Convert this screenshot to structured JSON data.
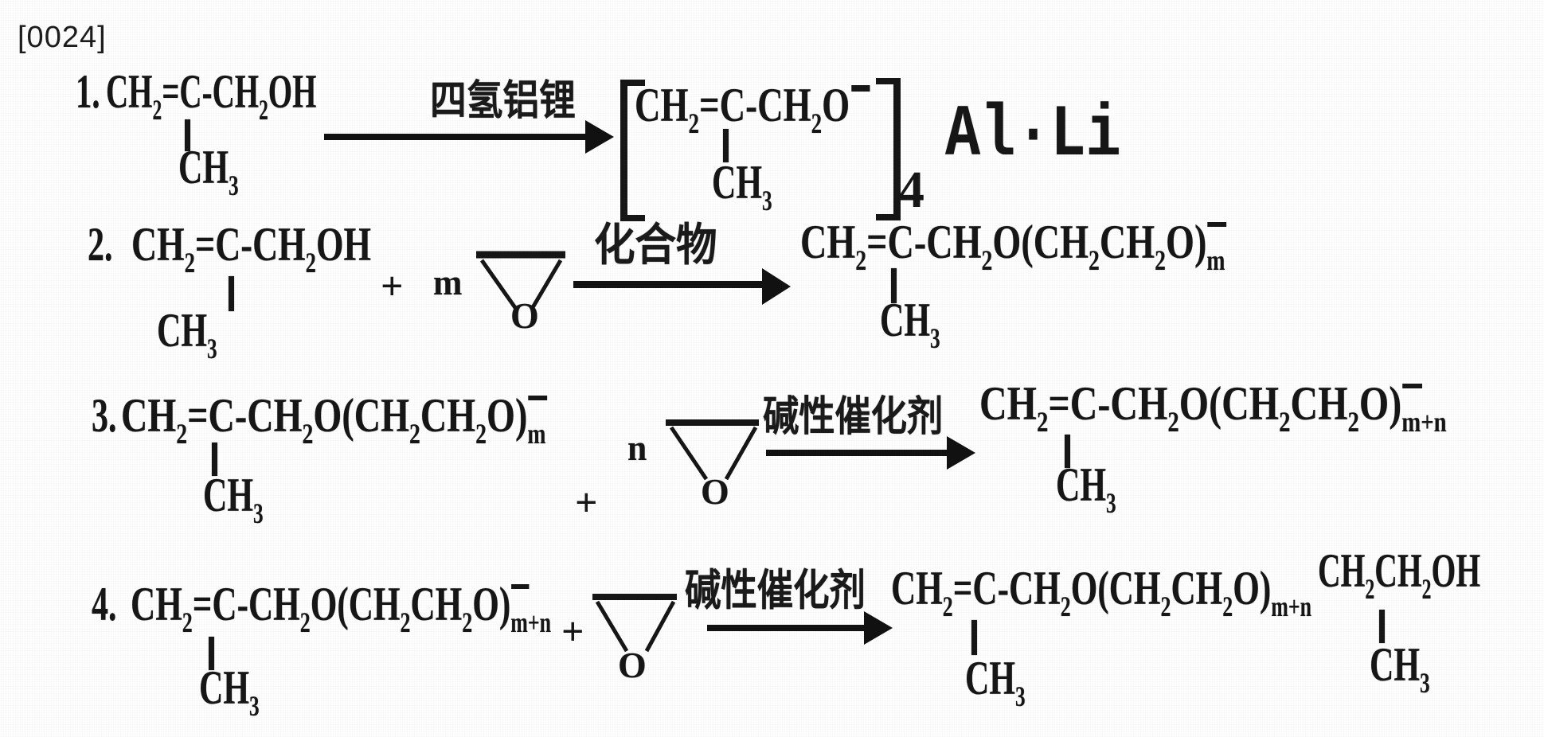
{
  "page": {
    "paragraph_tag": "[0024]",
    "background_color": "#ffffff",
    "ink_color": "#161616"
  },
  "reactions": [
    {
      "number": "1.",
      "reactant": {
        "formula": "CH_2_=C-CH_2_OH",
        "methyl": "CH_3_"
      },
      "arrow_label": "四氢铝锂",
      "product": {
        "formula": "CH_2_=C-CH_2_O^-^",
        "methyl": "CH_3_",
        "bracket_subscript": "4",
        "counterion": "Al·Li"
      }
    },
    {
      "number": "2.",
      "reactant": {
        "formula": "CH_2_=C-CH_2_OH",
        "methyl": "CH_3_"
      },
      "plus": "+",
      "coefficient": "m",
      "epoxide_oxygen": "O",
      "arrow_label": "化合物",
      "product": {
        "formula": "CH_2_=C-CH_2_O(CH_2_CH_2_O){m}",
        "methyl": "CH_3_"
      }
    },
    {
      "number": "3.",
      "reactant": {
        "formula": "CH_2_=C-CH_2_O(CH_2_CH_2_O){m}",
        "methyl": "CH_3_"
      },
      "plus": "+",
      "coefficient": "n",
      "epoxide_oxygen": "O",
      "arrow_label": "碱性催化剂",
      "product": {
        "formula": "CH_2_=C-CH_2_O(CH_2_CH_2_O){m}_+n_",
        "methyl": "CH_3_"
      }
    },
    {
      "number": "4.",
      "reactant": {
        "formula": "CH_2_=C-CH_2_O(CH_2_CH_2_O){m}_+n_",
        "methyl": "CH_3_"
      },
      "plus": "+",
      "epoxide_oxygen": "O",
      "arrow_label": "碱性催化剂",
      "product": {
        "formula": "CH_2_=C-CH_2_O(CH_2_CH_2_O)_m+n_",
        "methyl": "CH_3_",
        "tail": "CH_2_CH_2_OH",
        "tail_methyl": "CH_3_"
      }
    }
  ]
}
